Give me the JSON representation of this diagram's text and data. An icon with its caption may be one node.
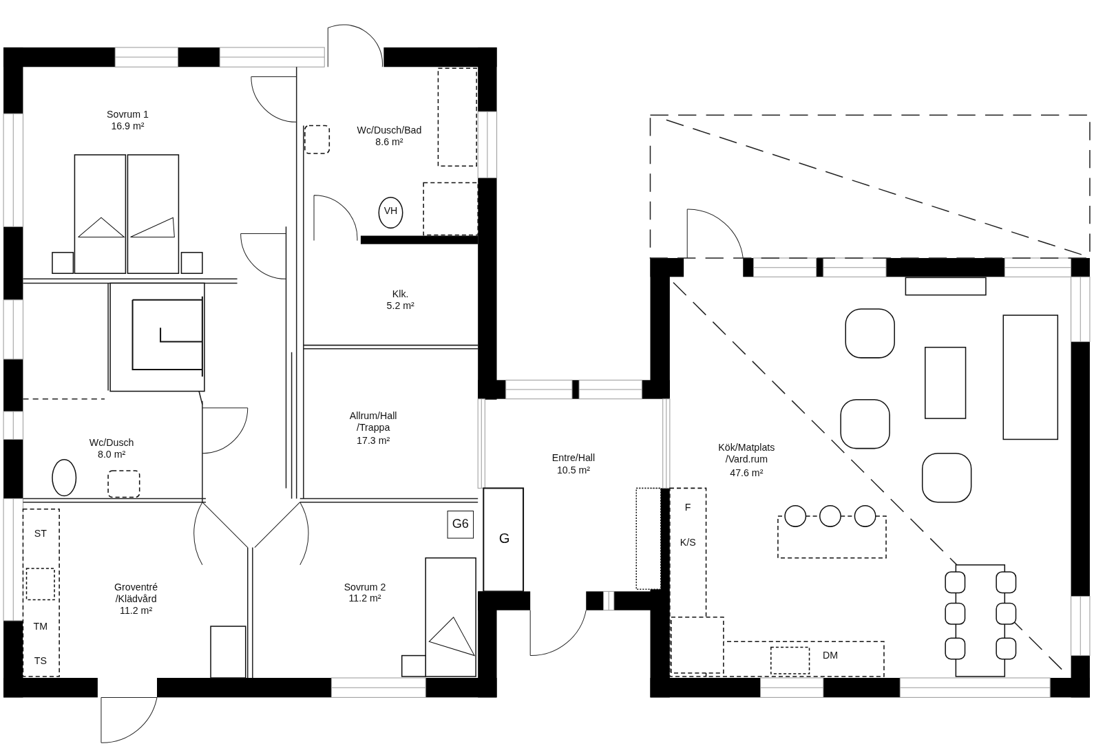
{
  "diagram": {
    "labels": [
      "Sovrum 1",
      "16.9 m²",
      "Wc/Dusch/Bad",
      "8.6 m²",
      "VH",
      "Klk.",
      "5.2 m²",
      "Allrum/Hall /Trappa",
      "17.3 m²",
      "Wc/Dusch",
      "8.0 m²",
      "Entre/Hall",
      "10.5 m²",
      "Kök/Matplats /Vard.rum",
      "47.6 m²",
      "G6",
      "F",
      "ST",
      "G",
      "K/S",
      "Sovrum 2",
      "11.2 m²",
      "Groventré /Klädvård",
      "11.2 m²",
      "TM",
      "TS",
      "DM"
    ]
  }
}
